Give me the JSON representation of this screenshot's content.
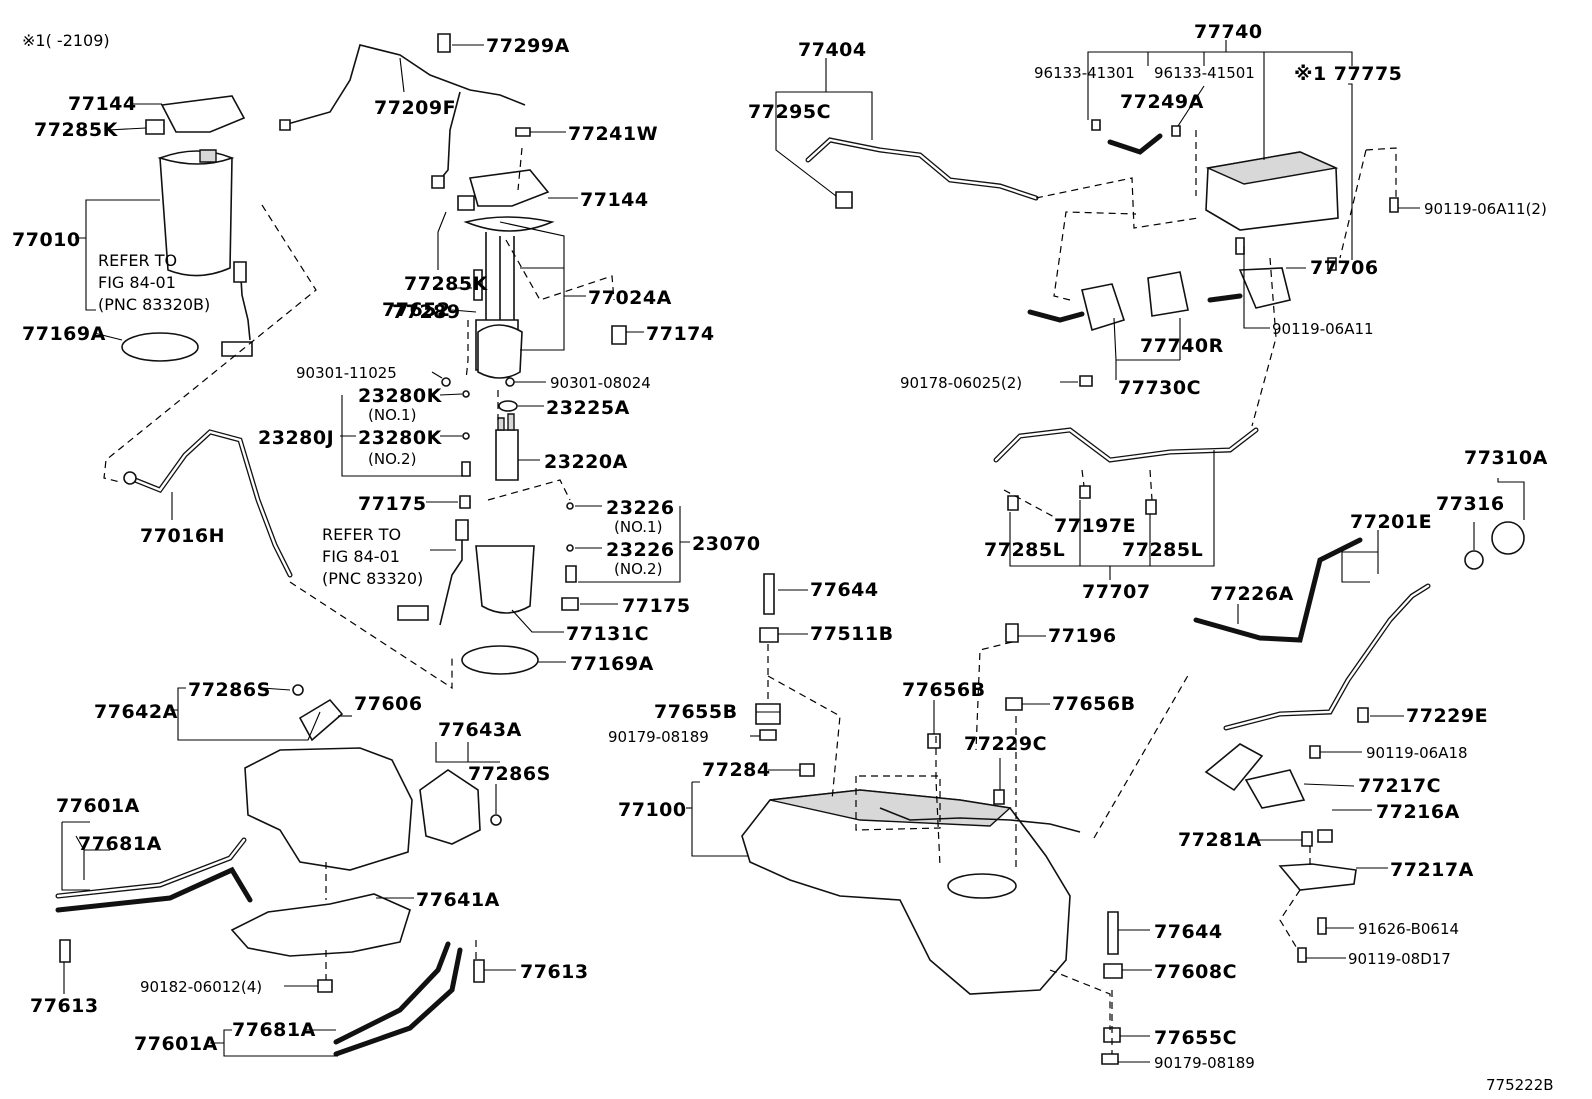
{
  "header_note": "※1( -2109)",
  "diagram_ref": "775222B",
  "labels": [
    {
      "id": "p77299A",
      "text": "77299A"
    },
    {
      "id": "p77144a",
      "text": "77144"
    },
    {
      "id": "p77285Ka",
      "text": "77285K"
    },
    {
      "id": "p77209F",
      "text": "77209F"
    },
    {
      "id": "p77241W",
      "text": "77241W"
    },
    {
      "id": "p77144b",
      "text": "77144"
    },
    {
      "id": "p77010",
      "text": "77010"
    },
    {
      "id": "p77285Kb",
      "text": "77285K"
    },
    {
      "id": "p77652",
      "text": "77652"
    },
    {
      "id": "p77024A",
      "text": "77024A"
    },
    {
      "id": "p77289",
      "text": "77289"
    },
    {
      "id": "p77174",
      "text": "77174"
    },
    {
      "id": "p77169Aa",
      "text": "77169A"
    },
    {
      "id": "p90301_11025",
      "text": "90301-11025"
    },
    {
      "id": "p90301_08024",
      "text": "90301-08024"
    },
    {
      "id": "p23280Ka",
      "text": "23280K"
    },
    {
      "id": "p23225A",
      "text": "23225A"
    },
    {
      "id": "p23280J",
      "text": "23280J"
    },
    {
      "id": "p23280Kb",
      "text": "23280K"
    },
    {
      "id": "p23220A",
      "text": "23220A"
    },
    {
      "id": "p77175a",
      "text": "77175"
    },
    {
      "id": "p23226a",
      "text": "23226"
    },
    {
      "id": "p77016H",
      "text": "77016H"
    },
    {
      "id": "p23070",
      "text": "23070"
    },
    {
      "id": "p23226b",
      "text": "23226"
    },
    {
      "id": "p77175b",
      "text": "77175"
    },
    {
      "id": "p77131C",
      "text": "77131C"
    },
    {
      "id": "p77169Ab",
      "text": "77169A"
    },
    {
      "id": "p77642A",
      "text": "77642A"
    },
    {
      "id": "p77286Sa",
      "text": "77286S"
    },
    {
      "id": "p77606",
      "text": "77606"
    },
    {
      "id": "p77643A",
      "text": "77643A"
    },
    {
      "id": "p77286Sb",
      "text": "77286S"
    },
    {
      "id": "p77601Aa",
      "text": "77601A"
    },
    {
      "id": "p77681Aa",
      "text": "77681A"
    },
    {
      "id": "p77641A",
      "text": "77641A"
    },
    {
      "id": "p77613a",
      "text": "77613"
    },
    {
      "id": "p77613b",
      "text": "77613"
    },
    {
      "id": "p90182_06012",
      "text": "90182-06012(4)"
    },
    {
      "id": "p77601Ab",
      "text": "77601A"
    },
    {
      "id": "p77681Ab",
      "text": "77681A"
    },
    {
      "id": "p77404",
      "text": "77404"
    },
    {
      "id": "p77295C",
      "text": "77295C"
    },
    {
      "id": "p77740",
      "text": "77740"
    },
    {
      "id": "p96133_41301",
      "text": "96133-41301"
    },
    {
      "id": "p96133_41501",
      "text": "96133-41501"
    },
    {
      "id": "p77775",
      "text": "※1 77775"
    },
    {
      "id": "p77249A",
      "text": "77249A"
    },
    {
      "id": "p90119_06A11_2",
      "text": "90119-06A11(2)"
    },
    {
      "id": "p77706",
      "text": "77706"
    },
    {
      "id": "p90119_06A11",
      "text": "90119-06A11"
    },
    {
      "id": "p77740R",
      "text": "77740R"
    },
    {
      "id": "p90178_06025",
      "text": "90178-06025(2)"
    },
    {
      "id": "p77730C",
      "text": "77730C"
    },
    {
      "id": "p77310A",
      "text": "77310A"
    },
    {
      "id": "p77316",
      "text": "77316"
    },
    {
      "id": "p77201E",
      "text": "77201E"
    },
    {
      "id": "p77197E",
      "text": "77197E"
    },
    {
      "id": "p77285La",
      "text": "77285L"
    },
    {
      "id": "p77285Lb",
      "text": "77285L"
    },
    {
      "id": "p77707",
      "text": "77707"
    },
    {
      "id": "p77226A",
      "text": "77226A"
    },
    {
      "id": "p77644a",
      "text": "77644"
    },
    {
      "id": "p77511B",
      "text": "77511B"
    },
    {
      "id": "p77196",
      "text": "77196"
    },
    {
      "id": "p77656Ba",
      "text": "77656B"
    },
    {
      "id": "p77656Bb",
      "text": "77656B"
    },
    {
      "id": "p77655B",
      "text": "77655B"
    },
    {
      "id": "p90179_08189a",
      "text": "90179-08189"
    },
    {
      "id": "p77229C",
      "text": "77229C"
    },
    {
      "id": "p77229E",
      "text": "77229E"
    },
    {
      "id": "p77284",
      "text": "77284"
    },
    {
      "id": "p90119_06A18",
      "text": "90119-06A18"
    },
    {
      "id": "p77100",
      "text": "77100"
    },
    {
      "id": "p77217C",
      "text": "77217C"
    },
    {
      "id": "p77216A",
      "text": "77216A"
    },
    {
      "id": "p77281A",
      "text": "77281A"
    },
    {
      "id": "p77217A",
      "text": "77217A"
    },
    {
      "id": "p91626_B0614",
      "text": "91626-B0614"
    },
    {
      "id": "p77644b",
      "text": "77644"
    },
    {
      "id": "p90119_08D17",
      "text": "90119-08D17"
    },
    {
      "id": "p77608C",
      "text": "77608C"
    },
    {
      "id": "p77655C",
      "text": "77655C"
    },
    {
      "id": "p90179_08189b",
      "text": "90179-08189"
    }
  ],
  "sublabels": [
    {
      "id": "s_no1a",
      "text": "(NO.1)"
    },
    {
      "id": "s_no2a",
      "text": "(NO.2)"
    },
    {
      "id": "s_no1b",
      "text": "(NO.1)"
    },
    {
      "id": "s_no2b",
      "text": "(NO.2)"
    }
  ],
  "notes": [
    {
      "id": "n_ref1_l1",
      "text": "REFER TO"
    },
    {
      "id": "n_ref1_l2",
      "text": "FIG 84-01"
    },
    {
      "id": "n_ref1_l3",
      "text": "(PNC 83320B)"
    },
    {
      "id": "n_ref2_l1",
      "text": "REFER TO"
    },
    {
      "id": "n_ref2_l2",
      "text": "FIG 84-01"
    },
    {
      "id": "n_ref2_l3",
      "text": "(PNC 83320)"
    }
  ]
}
